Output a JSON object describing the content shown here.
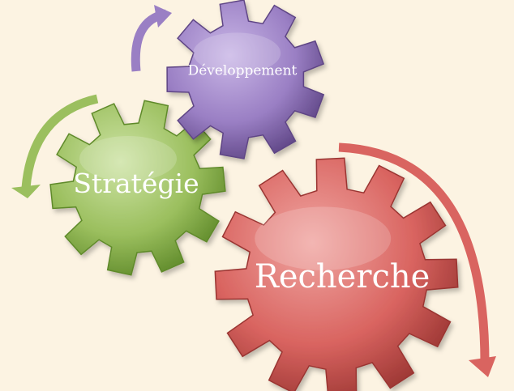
{
  "background_color": "#fcf3e2",
  "gears": [
    {
      "label": "Développement",
      "color": "#9a7fc4",
      "dark": "#5e4585",
      "light": "#c9b6e6"
    },
    {
      "label": "Stratégie",
      "color": "#9bbf5e",
      "dark": "#5f8a2a",
      "light": "#cde3a4"
    },
    {
      "label": "Recherche",
      "color": "#d96460",
      "dark": "#9a3532",
      "light": "#f0a6a2"
    }
  ],
  "arrows": [
    {
      "name": "arrow-develop-to-top",
      "color": "#9a7fc4"
    },
    {
      "name": "arrow-strategy-to-left",
      "color": "#9bbf5e"
    },
    {
      "name": "arrow-research-to-bottom",
      "color": "#d96460"
    }
  ]
}
